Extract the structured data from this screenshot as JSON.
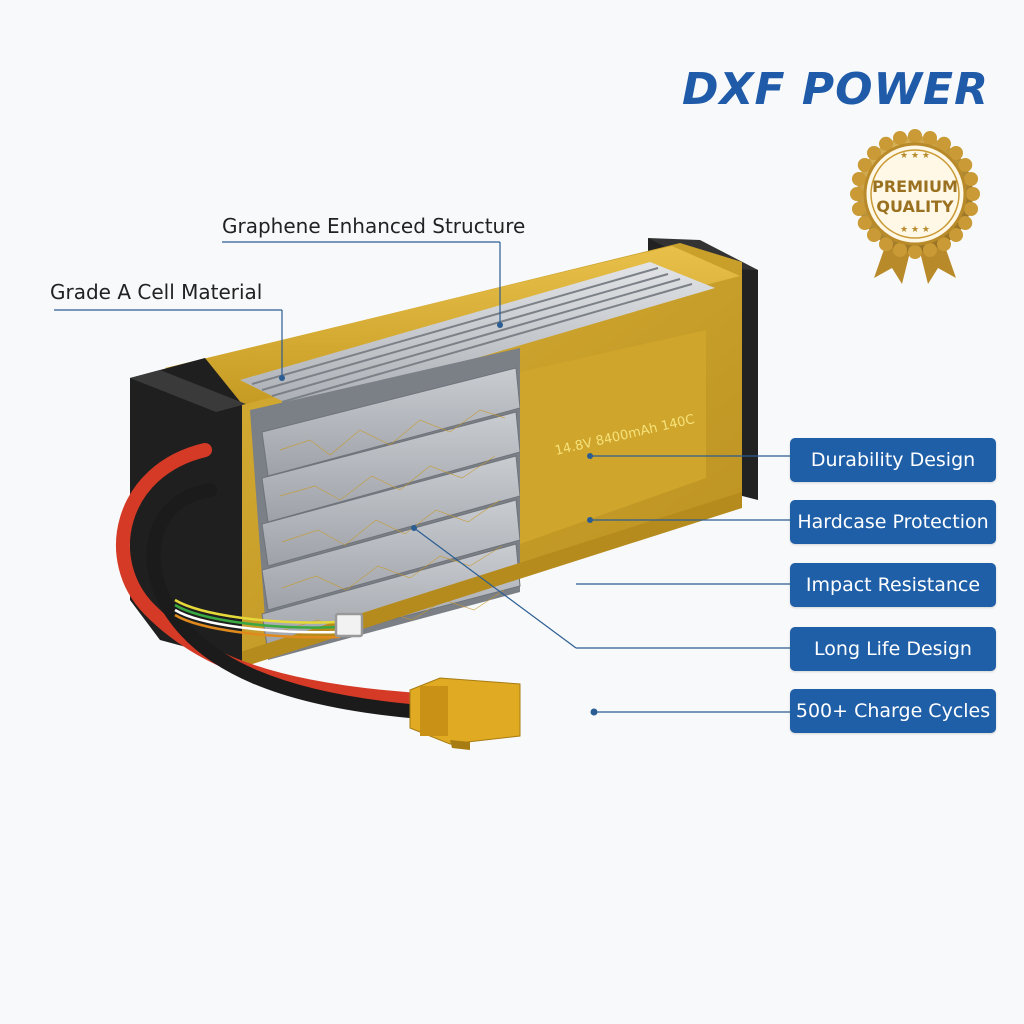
{
  "brand": {
    "name": "DXF POWER"
  },
  "badge": {
    "line1": "PREMIUM",
    "line2": "QUALITY"
  },
  "battery": {
    "spec_text": "14.8V 8400mAh 140C"
  },
  "callouts": {
    "top": [
      "Graphene Enhanced Structure",
      "Grade A Cell Material"
    ],
    "features": [
      "Durability Design",
      "Hardcase Protection",
      "Impact Resistance",
      "Long Life Design",
      "500+ Charge Cycles"
    ]
  },
  "colors": {
    "brand_blue": "#1f5ba8",
    "pill_blue": "#1f5fa8",
    "gold": "#d4a627",
    "line_blue": "#2b5d93"
  }
}
